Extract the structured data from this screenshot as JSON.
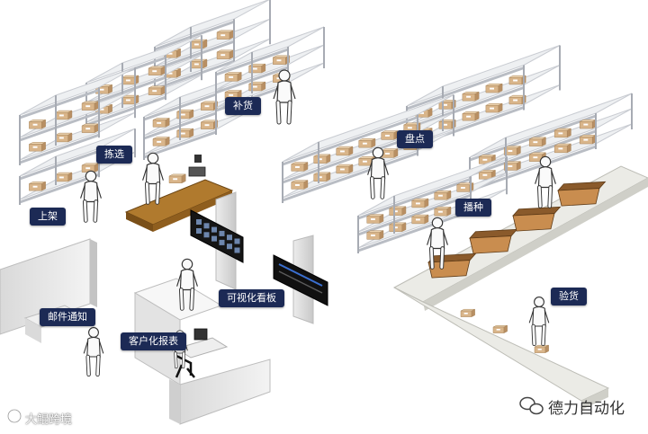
{
  "labels": {
    "replenish": "补货",
    "pick": "拣选",
    "inventory": "盘点",
    "shelve": "上架",
    "sow": "播种",
    "dashboard": "可视化看板",
    "verify": "验货",
    "mail_notify": "邮件通知",
    "custom_report": "客户化报表"
  },
  "watermarks": {
    "wechat_account": "德力自动化",
    "left_brand": "大鲲跨境"
  },
  "colors": {
    "label_bg": "#1c2a55",
    "shelf": "#c9ccd2",
    "box": "#d9b58a",
    "conveyor": "#ebebe6",
    "floor_line": "#9e9e9e"
  },
  "icons": {
    "wechat": "wechat-icon",
    "brand": "brand-logo-icon"
  }
}
